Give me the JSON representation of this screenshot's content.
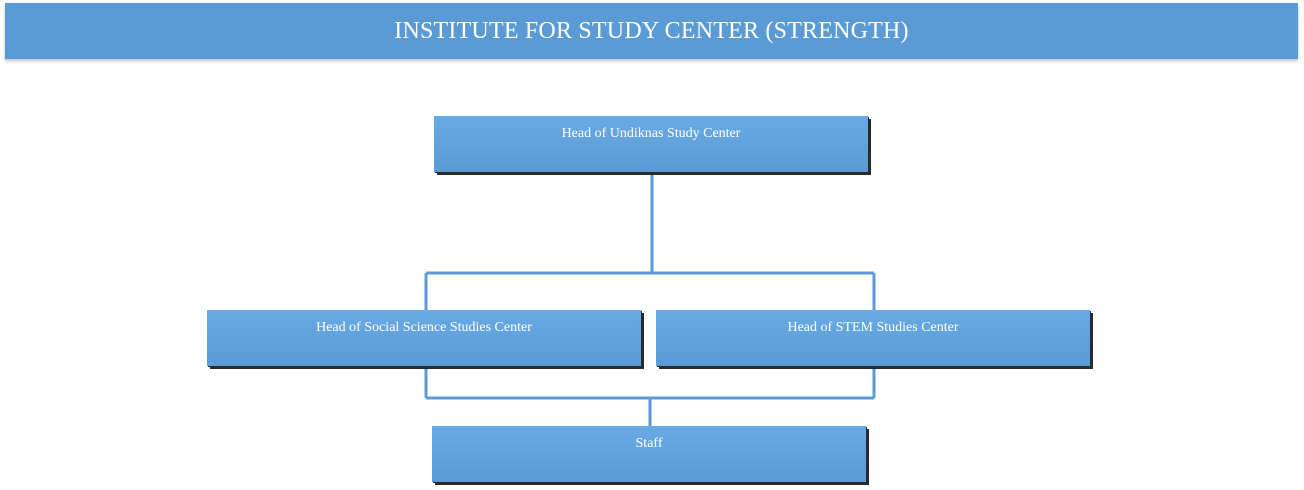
{
  "header": {
    "title": "INSTITUTE FOR STUDY CENTER (STRENGTH)"
  },
  "nodes": {
    "head": "Head of Undiknas Study Center",
    "social": "Head of Social Science Studies Center",
    "stem": "Head of STEM Studies Center",
    "staff": "Staff"
  },
  "colors": {
    "box_fill": "#5b9bd5",
    "connector": "#5b9bd5",
    "text": "#ffffff"
  }
}
